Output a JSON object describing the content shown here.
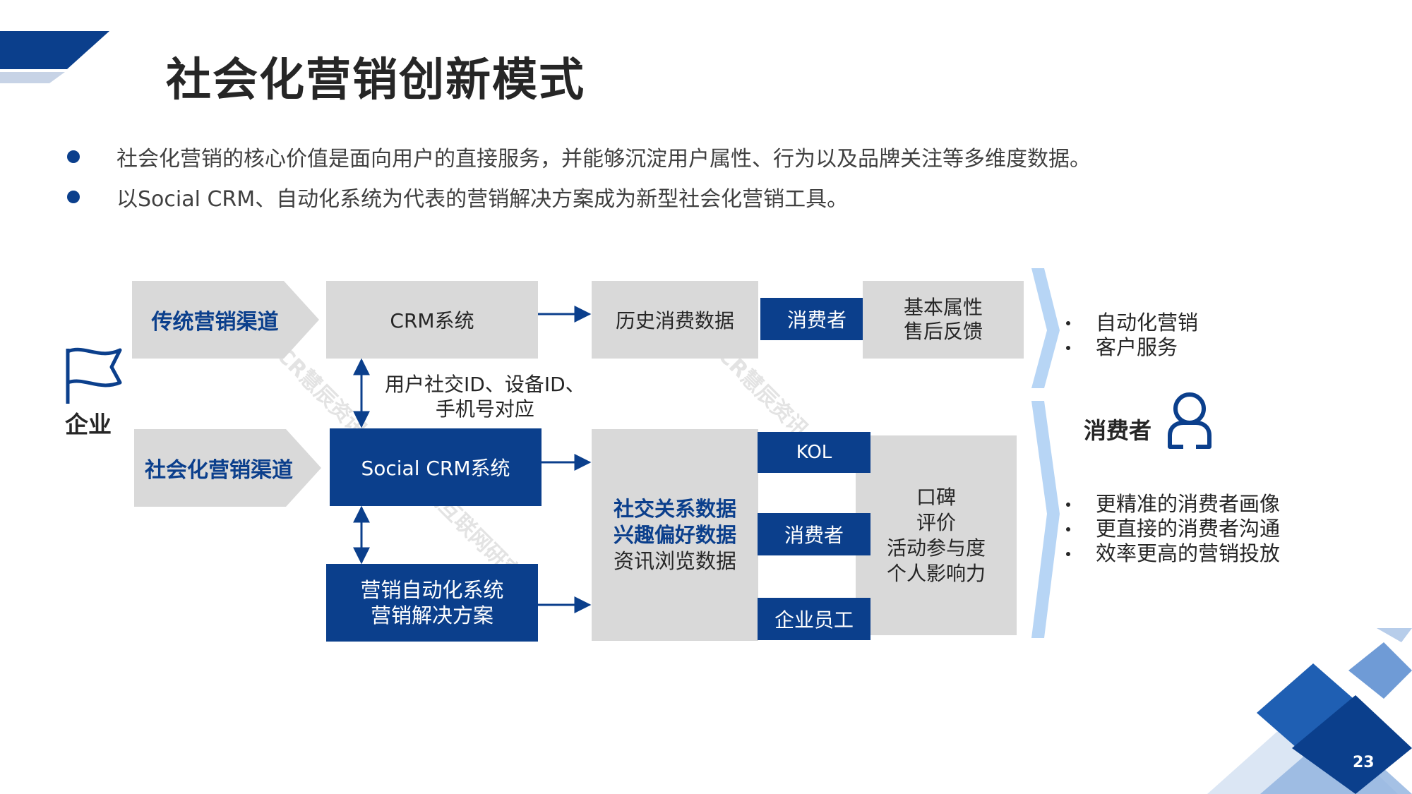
{
  "title": "社会化营销创新模式",
  "bullets": [
    "社会化营销的核心价值是面向用户的直接服务，并能够沉淀用户属性、行为以及品牌关注等多维度数据。",
    "以Social CRM、自动化系统为代表的营销解决方案成为新型社会化营销工具。"
  ],
  "enterprise_label": "企业",
  "channels": {
    "traditional": "传统营销渠道",
    "social": "社会化营销渠道"
  },
  "systems": {
    "crm": "CRM系统",
    "social_crm": "Social CRM系统",
    "automation_line1": "营销自动化系统",
    "automation_line2": "营销解决方案"
  },
  "link_note": {
    "line1": "用户社交ID、设备ID、",
    "line2": "手机号对应"
  },
  "top_data": {
    "history": "历史消费数据",
    "consumer_tag": "消费者",
    "attr_line1": "基本属性",
    "attr_line2": "售后反馈"
  },
  "bottom_data": {
    "line1": "社交关系数据",
    "line2": "兴趣偏好数据",
    "line3": "资讯浏览数据",
    "tag_kol": "KOL",
    "tag_consumer": "消费者",
    "tag_employee": "企业员工",
    "result_line1": "口碑",
    "result_line2": "评价",
    "result_line3": "活动参与度",
    "result_line4": "个人影响力"
  },
  "right_top_list": [
    "自动化营销",
    "客户服务"
  ],
  "consumer_label": "消费者",
  "right_bottom_list": [
    "更精准的消费者画像",
    "更直接的消费者沟通",
    "效率更高的营销投放"
  ],
  "watermarks": [
    "CR慧辰资讯",
    "CR慧辰资讯",
    "慧辰资讯互联网研究院"
  ],
  "page_number": "23",
  "colors": {
    "primary_blue": "#0b3f8c",
    "light_gray": "#d9d9d9",
    "bracket_blue": "#b7d5f5"
  }
}
